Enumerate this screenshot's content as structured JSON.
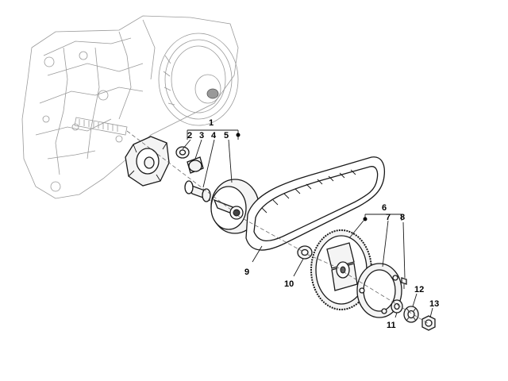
{
  "callouts": {
    "c1": "1",
    "c2": "2",
    "c3": "3",
    "c4": "4",
    "c5": "5",
    "c6": "6",
    "c7": "7",
    "c8": "8",
    "c9": "9",
    "c10": "10",
    "c11": "11",
    "c12": "12",
    "c13": "13"
  },
  "colors": {
    "line": "#1a1a1a",
    "engine_line": "#9a9a9a",
    "background": "#ffffff"
  }
}
